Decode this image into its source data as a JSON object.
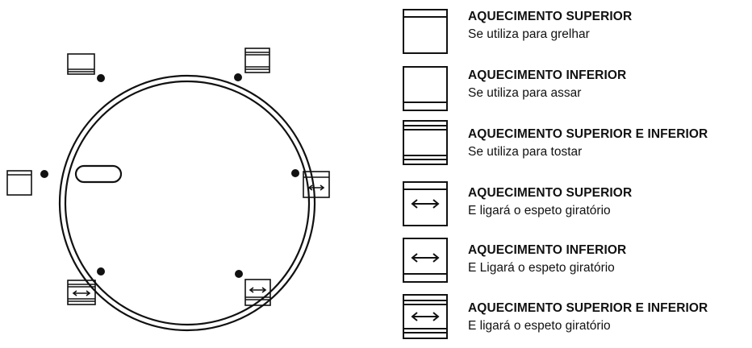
{
  "colors": {
    "ink": "#111111",
    "background": "#ffffff"
  },
  "dial": {
    "knob_label": "",
    "positions": [
      {
        "mode": "top-and-bottom-heating",
        "icon": "oven-top-bottom-icon"
      },
      {
        "mode": "top-heating",
        "icon": "oven-top-icon"
      },
      {
        "mode": "bottom-heating",
        "icon": "oven-bottom-icon"
      },
      {
        "mode": "top-heating-rotisserie",
        "icon": "oven-top-rotisserie-icon"
      },
      {
        "mode": "bottom-heating-rotisserie",
        "icon": "oven-bottom-rotisserie-icon"
      },
      {
        "mode": "top-bottom-heating-rotisserie",
        "icon": "oven-top-bottom-rotisserie-icon"
      }
    ]
  },
  "legend": [
    {
      "icon": "oven-top-icon",
      "title": "AQUECIMENTO SUPERIOR",
      "desc": "Se utiliza para grelhar"
    },
    {
      "icon": "oven-bottom-icon",
      "title": "AQUECIMENTO INFERIOR",
      "desc": "Se utiliza para assar"
    },
    {
      "icon": "oven-top-bottom-icon",
      "title": "AQUECIMENTO SUPERIOR E INFERIOR",
      "desc": "Se utiliza para tostar"
    },
    {
      "icon": "oven-top-rotisserie-icon",
      "title": "AQUECIMENTO SUPERIOR",
      "desc": "E ligará o espeto giratório"
    },
    {
      "icon": "oven-bottom-rotisserie-icon",
      "title": "AQUECIMENTO INFERIOR",
      "desc": "E Ligará o espeto giratório"
    },
    {
      "icon": "oven-top-bottom-rotisserie-icon",
      "title": "AQUECIMENTO SUPERIOR E INFERIOR",
      "desc": "E ligará o espeto giratório"
    }
  ]
}
